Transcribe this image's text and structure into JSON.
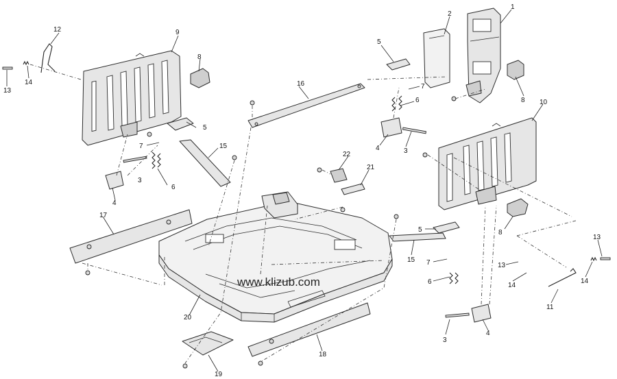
{
  "watermark": "www.klizub.com",
  "callouts": {
    "c1": "1",
    "c2": "2",
    "c3a": "3",
    "c3b": "3",
    "c3c": "3",
    "c4a": "4",
    "c4b": "4",
    "c4c": "4",
    "c5a": "5",
    "c5b": "5",
    "c5c": "5",
    "c6a": "6",
    "c6b": "6",
    "c6c": "6",
    "c7a": "7",
    "c7b": "7",
    "c7c": "7",
    "c8a": "8",
    "c8b": "8",
    "c8c": "8",
    "c9": "9",
    "c10": "10",
    "c11": "11",
    "c12": "12",
    "c13a": "13",
    "c13b": "13",
    "c13c": "13",
    "c14a": "14",
    "c14b": "14",
    "c14c": "14",
    "c15a": "15",
    "c15b": "15",
    "c16": "16",
    "c17": "17",
    "c18": "18",
    "c19": "19",
    "c20": "20",
    "c21": "21",
    "c22": "22"
  }
}
